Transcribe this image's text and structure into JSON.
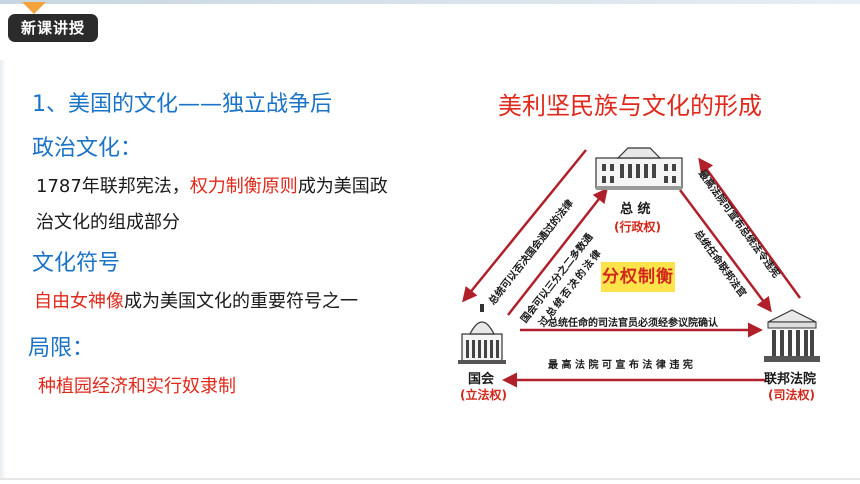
{
  "badge": "新课讲授",
  "heading": "1、美国的文化——独立战争后",
  "section_politics": "政治文化：",
  "politics_text_1_pre": "1787年联邦宪法，",
  "politics_text_1_red": "权力制衡原则",
  "politics_text_1_post": "成为美国政",
  "politics_text_2": "治文化的组成部分",
  "section_symbol": "文化符号",
  "symbol_red": "自由女神像",
  "symbol_post": "成为美国文化的重要符号之一",
  "section_limit": "局限：",
  "limit_text": "种植园经济和实行奴隶制",
  "diagram": {
    "title": "美利坚民族与文化的形成",
    "center": "分权制衡",
    "top_label": "总  统",
    "top_sub": "(行政权)",
    "left_label": "国会",
    "left_sub": "(立法权)",
    "right_label": "联邦法院",
    "right_sub": "(司法权)",
    "edge_left_outer": "总统可以否决国会通过的法律",
    "edge_left_inner_1": "国会可以三分之二多数通",
    "edge_left_inner_2": "过总统否决的法律",
    "edge_right_outer": "最高法院可宣布总统法令违宪",
    "edge_right_inner": "总统任命联邦法官",
    "edge_bottom_top": "总统任命的司法官员必须经参议院确认",
    "edge_bottom_bottom": "最 高 法 院 可 宣 布 法 律 违 宪"
  },
  "colors": {
    "accent_blue": "#1a73c6",
    "accent_red": "#e0291b",
    "badge_bg": "#2b2b2b",
    "center_box": "#ffe34a",
    "arrow": "#b0202a"
  }
}
